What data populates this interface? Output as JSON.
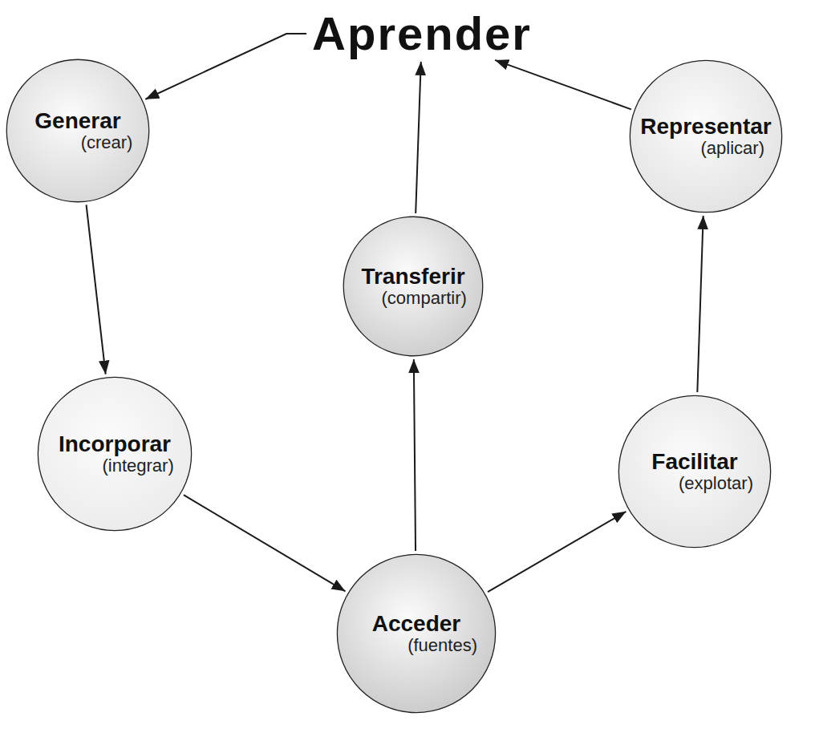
{
  "diagram": {
    "nodes": [
      {
        "text": [
          "Aprender"
        ]
      },
      {
        "text": [
          "Generar",
          "(crear)"
        ]
      },
      {
        "text": [
          "Representar",
          "(aplicar)"
        ]
      },
      {
        "text": [
          "Transferir",
          "(compartir)"
        ]
      },
      {
        "text": [
          "Incorporar",
          "(integrar)"
        ]
      },
      {
        "text": [
          "Facilitar",
          "(explotar)"
        ]
      },
      {
        "text": [
          "Acceder",
          "(fuentes)"
        ]
      }
    ],
    "edges": [
      {
        "from": 0,
        "to": 1,
        "arrow": "to"
      },
      {
        "from": 1,
        "to": 4,
        "arrow": "to"
      },
      {
        "from": 4,
        "to": 6,
        "arrow": "to"
      },
      {
        "from": 6,
        "to": 5,
        "arrow": "to"
      },
      {
        "from": 5,
        "to": 2,
        "arrow": "to"
      },
      {
        "from": 2,
        "to": 0,
        "arrow": "to"
      },
      {
        "from": 6,
        "to": 3,
        "arrow": "to"
      },
      {
        "from": 3,
        "to": 0,
        "arrow": "to"
      }
    ]
  }
}
